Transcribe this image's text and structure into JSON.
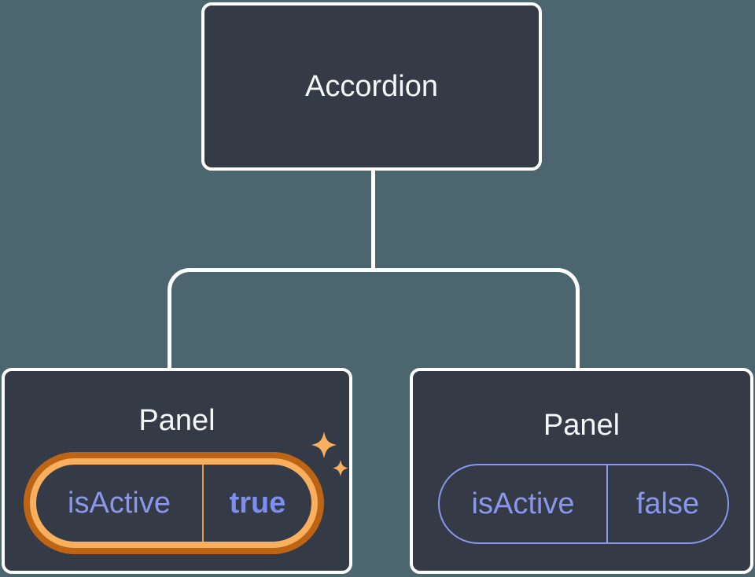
{
  "diagram": {
    "description": "Component tree: Accordion parent with two Panel children showing isActive prop state",
    "root": {
      "label": "Accordion"
    },
    "panels": [
      {
        "title": "Panel",
        "prop_name": "isActive",
        "prop_value": "true",
        "state": "active",
        "highlight": "orange-glow-with-sparkles"
      },
      {
        "title": "Panel",
        "prop_name": "isActive",
        "prop_value": "false",
        "state": "inactive",
        "highlight": "none"
      }
    ]
  },
  "icons": {
    "sparkle_large": "four-point-star",
    "sparkle_small": "four-point-star"
  },
  "colors": {
    "background": "#4C6670",
    "node_fill": "#343A46",
    "node_border": "#FFFFFF",
    "connector": "#FFFFFF",
    "title_text": "#F6F7F9",
    "prop_text": "#8A97EC",
    "prop_value_active_text": "#7E8EF0",
    "highlight_ring_outer": "#BE6515",
    "highlight_ring_inner": "#F8B05E",
    "highlight_divider": "#E3A04A",
    "sparkle": "#F8B05E"
  }
}
